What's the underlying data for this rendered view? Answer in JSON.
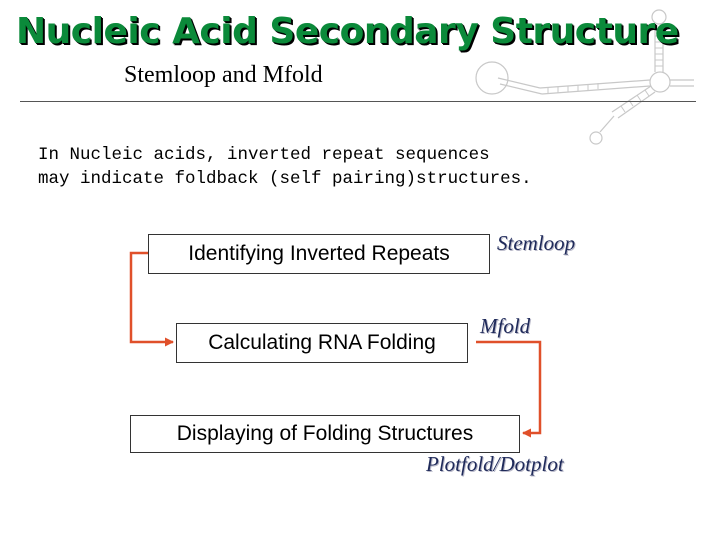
{
  "header": {
    "title": "Nucleic Acid Secondary Structure",
    "subtitle": "Stemloop and Mfold"
  },
  "intro_text": "In Nucleic acids, inverted repeat sequences\nmay indicate foldback (self pairing)structures.",
  "flow": {
    "steps": [
      {
        "label": "Identifying Inverted Repeats",
        "tool": "Stemloop"
      },
      {
        "label": "Calculating RNA Folding",
        "tool": "Mfold"
      },
      {
        "label": "Displaying of Folding Structures",
        "tool": "Plotfold/Dotplot"
      }
    ]
  },
  "colors": {
    "title": "#0b8a3a",
    "arrow": "#e0502a",
    "tool_text": "#1f2a5a"
  },
  "icons": [
    "rna-secondary-structure-illustration"
  ]
}
